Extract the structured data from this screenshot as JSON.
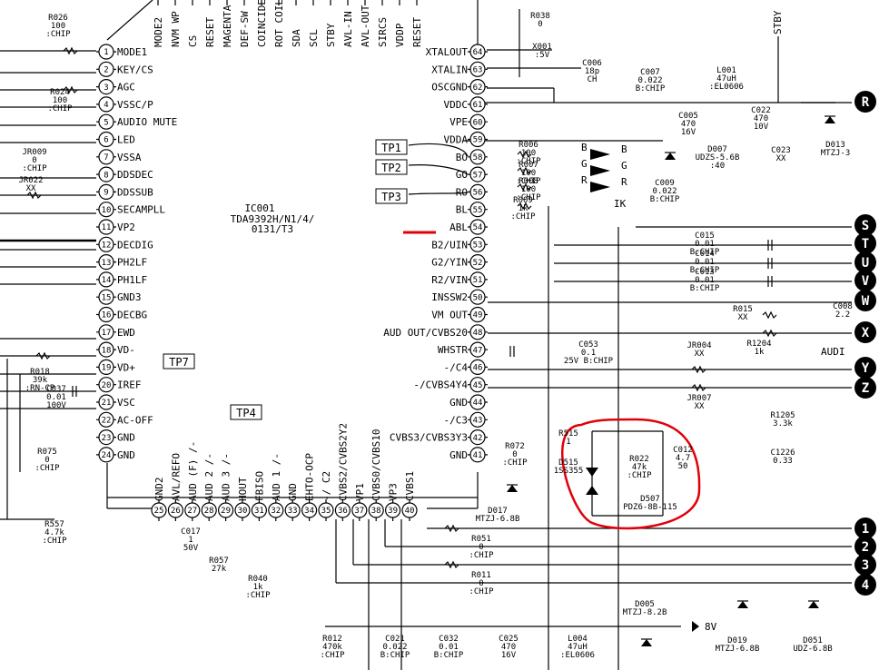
{
  "ic": {
    "ref": "IC001",
    "part_lines": [
      "TDA9392H/N1/4/",
      "0131/T3"
    ],
    "left_pins": [
      {
        "n": "1",
        "label": "MODE1"
      },
      {
        "n": "2",
        "label": "KEY/CS"
      },
      {
        "n": "3",
        "label": "AGC"
      },
      {
        "n": "4",
        "label": "VSSC/P"
      },
      {
        "n": "5",
        "label": "AUDIO MUTE"
      },
      {
        "n": "6",
        "label": "LED"
      },
      {
        "n": "7",
        "label": "VSSA"
      },
      {
        "n": "8",
        "label": "DDSDEC"
      },
      {
        "n": "9",
        "label": "DDSSUB"
      },
      {
        "n": "10",
        "label": "SECAMPLL"
      },
      {
        "n": "11",
        "label": "VP2"
      },
      {
        "n": "12",
        "label": "DECDIG"
      },
      {
        "n": "13",
        "label": "PH2LF"
      },
      {
        "n": "14",
        "label": "PH1LF"
      },
      {
        "n": "15",
        "label": "GND3"
      },
      {
        "n": "16",
        "label": "DECBG"
      },
      {
        "n": "17",
        "label": "EWD"
      },
      {
        "n": "18",
        "label": "VD-"
      },
      {
        "n": "19",
        "label": "VD+"
      },
      {
        "n": "20",
        "label": "IREF"
      },
      {
        "n": "21",
        "label": "VSC"
      },
      {
        "n": "22",
        "label": "AC-OFF"
      },
      {
        "n": "23",
        "label": "GND"
      },
      {
        "n": "24",
        "label": "GND"
      }
    ],
    "right_pins": [
      {
        "n": "64",
        "label": "XTALOUT"
      },
      {
        "n": "63",
        "label": "XTALIN"
      },
      {
        "n": "62",
        "label": "OSCGND"
      },
      {
        "n": "61",
        "label": "VDDC"
      },
      {
        "n": "60",
        "label": "VPE"
      },
      {
        "n": "59",
        "label": "VDDA"
      },
      {
        "n": "58",
        "label": "BO"
      },
      {
        "n": "57",
        "label": "GO"
      },
      {
        "n": "56",
        "label": "RO"
      },
      {
        "n": "55",
        "label": "BL"
      },
      {
        "n": "54",
        "label": "ABL"
      },
      {
        "n": "53",
        "label": "B2/UIN"
      },
      {
        "n": "52",
        "label": "G2/YIN"
      },
      {
        "n": "51",
        "label": "R2/VIN"
      },
      {
        "n": "50",
        "label": "INSSW2"
      },
      {
        "n": "49",
        "label": "VM OUT"
      },
      {
        "n": "48",
        "label": "AUD OUT/CVBS20"
      },
      {
        "n": "47",
        "label": "WHSTR"
      },
      {
        "n": "46",
        "label": "-/C4"
      },
      {
        "n": "45",
        "label": "-/CVBS4Y4"
      },
      {
        "n": "44",
        "label": "GND"
      },
      {
        "n": "43",
        "label": "-/C3"
      },
      {
        "n": "42",
        "label": "CVBS3/CVBS3Y3"
      },
      {
        "n": "41",
        "label": "GND"
      }
    ],
    "bottom_pins": [
      {
        "n": "25",
        "label": "GND2"
      },
      {
        "n": "26",
        "label": "AVL/REFO"
      },
      {
        "n": "27",
        "label": "AUD (F) /-"
      },
      {
        "n": "28",
        "label": "AUD 2 /-"
      },
      {
        "n": "29",
        "label": "AUD 3 /-"
      },
      {
        "n": "30",
        "label": "HOUT"
      },
      {
        "n": "31",
        "label": "FBISO"
      },
      {
        "n": "32",
        "label": "AUD 1 /-"
      },
      {
        "n": "33",
        "label": "GND"
      },
      {
        "n": "34",
        "label": "EHTO-OCP"
      },
      {
        "n": "35",
        "label": "-/ C2"
      },
      {
        "n": "36",
        "label": "CVBS2/CVBS2Y2"
      },
      {
        "n": "37",
        "label": "VP1"
      },
      {
        "n": "38",
        "label": "CVBS0/CVBS10"
      },
      {
        "n": "39",
        "label": "VP3"
      },
      {
        "n": "40",
        "label": "CVBS1"
      }
    ],
    "top_pins": [
      "MODE2",
      "NVM WP",
      "CS",
      "RESET",
      "MAGENTA",
      "DEF-SW",
      "COINCIDENCE",
      "ROT COIL",
      "SDA",
      "SCL",
      "STBY",
      "AVL-IN",
      "AVL-OUT",
      "SIRCS",
      "VDDP",
      "RESET"
    ]
  },
  "test_points": [
    "TP1",
    "TP2",
    "TP3",
    "TP4",
    "TP7"
  ],
  "connectors_right": [
    "R",
    "S",
    "T",
    "U",
    "V",
    "W",
    "X",
    "Y",
    "Z",
    "1",
    "2",
    "3",
    "4"
  ],
  "components": [
    {
      "ref": "R026",
      "val": "100",
      "note": ":CHIP"
    },
    {
      "ref": "R024",
      "val": "100",
      "note": ":CHIP"
    },
    {
      "ref": "JR009",
      "val": "0",
      "note": ":CHIP"
    },
    {
      "ref": "JR022",
      "val": "XX",
      "note": ""
    },
    {
      "ref": "R018",
      "val": "39k",
      "note": ":RN-CP"
    },
    {
      "ref": "C037",
      "val": "0.01",
      "note": "100V"
    },
    {
      "ref": "R075",
      "val": "0",
      "note": ":CHIP"
    },
    {
      "ref": "R557",
      "val": "4.7k",
      "note": ":CHIP"
    },
    {
      "ref": "C017",
      "val": "1",
      "note": "50V"
    },
    {
      "ref": "R057",
      "val": "27k",
      "note": ""
    },
    {
      "ref": "R040",
      "val": "1k",
      "note": ":CHIP"
    },
    {
      "ref": "R038",
      "val": "0",
      "note": ""
    },
    {
      "ref": "X001",
      "val": ":5V",
      "note": ""
    },
    {
      "ref": "C006",
      "val": "18p",
      "note": "CH"
    },
    {
      "ref": "C007",
      "val": "0.022",
      "note": "B:CHIP"
    },
    {
      "ref": "L001",
      "val": "47uH",
      "note": ":EL0606"
    },
    {
      "ref": "C005",
      "val": "470",
      "note": "16V"
    },
    {
      "ref": "C022",
      "val": "470",
      "note": "10V"
    },
    {
      "ref": "C023",
      "val": "XX",
      "note": ""
    },
    {
      "ref": "D013",
      "val": "MTZJ-3",
      "note": ""
    },
    {
      "ref": "D007",
      "val": "UDZS-5.6B",
      "note": ":40"
    },
    {
      "ref": "C009",
      "val": "0.022",
      "note": "B:CHIP"
    },
    {
      "ref": "R006",
      "val": "100",
      "note": ":CHIP"
    },
    {
      "ref": "R007",
      "val": "100",
      "note": ":CHIP"
    },
    {
      "ref": "R008",
      "val": "100",
      "note": ":CHIP"
    },
    {
      "ref": "R009",
      "val": "1k",
      "note": ":CHIP"
    },
    {
      "ref": "C015",
      "val": "0.01",
      "note": "B:CHIP"
    },
    {
      "ref": "C014",
      "val": "0.01",
      "note": "B:CHIP"
    },
    {
      "ref": "C013",
      "val": "0.01",
      "note": "B:CHIP"
    },
    {
      "ref": "R015",
      "val": "XX",
      "note": ""
    },
    {
      "ref": "C008",
      "val": "2.2",
      "note": ""
    },
    {
      "ref": "R1204",
      "val": "1k",
      "note": ""
    },
    {
      "ref": "C053",
      "val": "0.1",
      "note": "25V B:CHIP"
    },
    {
      "ref": "JR004",
      "val": "XX",
      "note": ""
    },
    {
      "ref": "JR007",
      "val": "XX",
      "note": ""
    },
    {
      "ref": "R1205",
      "val": "3.3k",
      "note": ""
    },
    {
      "ref": "C1226",
      "val": "0.33",
      "note": ""
    },
    {
      "ref": "R072",
      "val": "0",
      "note": ":CHIP"
    },
    {
      "ref": "D017",
      "val": "MTZJ-6.8B",
      "note": ""
    },
    {
      "ref": "R515",
      "val": "1",
      "note": ""
    },
    {
      "ref": "D515",
      "val": "1SS355",
      "note": ""
    },
    {
      "ref": "R022",
      "val": "47k",
      "note": ":CHIP"
    },
    {
      "ref": "C012",
      "val": "4.7",
      "note": "50"
    },
    {
      "ref": "D507",
      "val": "PDZ6-8B-115",
      "note": ""
    },
    {
      "ref": "R051",
      "val": "0",
      "note": ":CHIP"
    },
    {
      "ref": "R011",
      "val": "0",
      "note": ":CHIP"
    },
    {
      "ref": "R012",
      "val": "470k",
      "note": ":CHIP"
    },
    {
      "ref": "C021",
      "val": "0.022",
      "note": "B:CHIP"
    },
    {
      "ref": "C032",
      "val": "0.01",
      "note": "B:CHIP"
    },
    {
      "ref": "C025",
      "val": "470",
      "note": "16V"
    },
    {
      "ref": "L004",
      "val": "47uH",
      "note": ":EL0606"
    },
    {
      "ref": "D005",
      "val": "MTZJ-8.2B",
      "note": ""
    },
    {
      "ref": "D019",
      "val": "MTZJ-6.8B",
      "note": ""
    },
    {
      "ref": "D051",
      "val": "UDZ-6.8B",
      "note": ""
    }
  ],
  "labels": {
    "stby": "STBY",
    "v8": "8V",
    "audio": "AUDI",
    "rgb": [
      "B",
      "G",
      "R"
    ],
    "ik": "IK"
  },
  "highlight_color": "#e0000a"
}
